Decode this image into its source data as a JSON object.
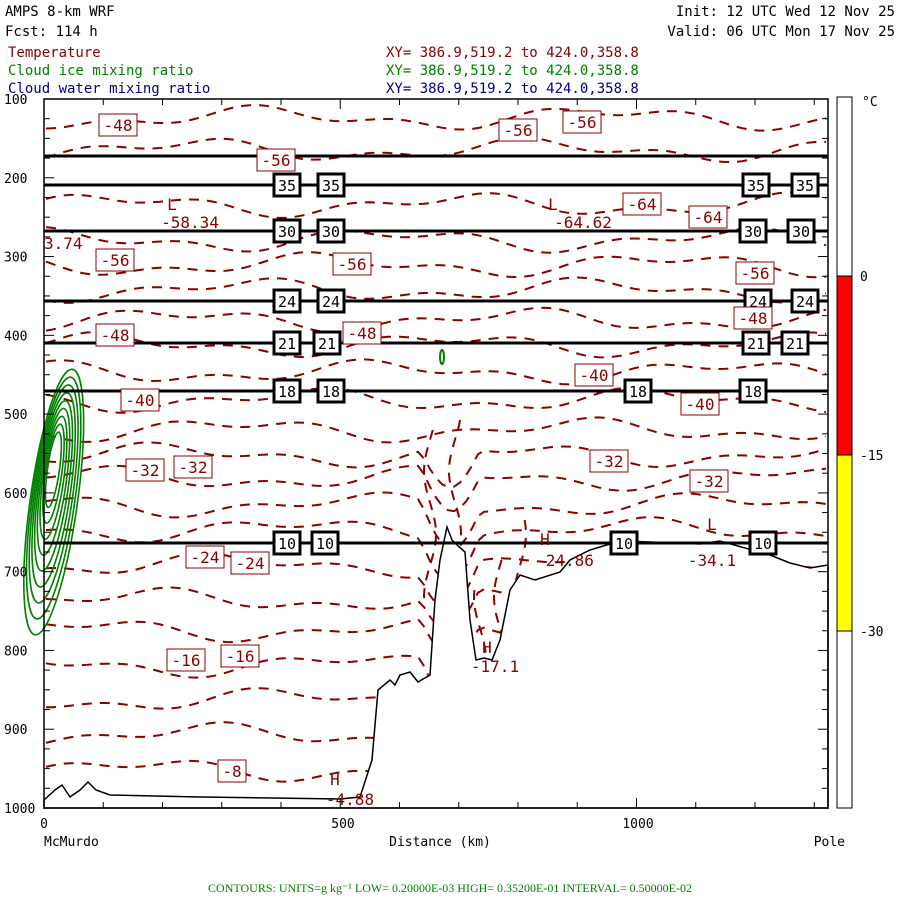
{
  "header": {
    "title": "AMPS 8-km WRF",
    "forecast": "Fcst: 114 h",
    "init": "Init: 12 UTC Wed 12 Nov 25",
    "valid": "Valid: 06 UTC Mon 17 Nov 25"
  },
  "legend": [
    {
      "name": "Temperature",
      "xy": "XY= 386.9,519.2 to 424.0,358.8",
      "color": "#8b0000"
    },
    {
      "name": "Cloud ice mixing ratio",
      "xy": "XY= 386.9,519.2 to 424.0,358.8",
      "color": "#008000"
    },
    {
      "name": "Cloud water mixing ratio",
      "xy": "XY= 386.9,519.2 to 424.0,358.8",
      "color": "#00008b"
    }
  ],
  "footer": "CONTOURS:  UNITS=g kg⁻¹  LOW= 0.20000E-03  HIGH= 0.35200E-01  INTERVAL=  0.50000E-02",
  "chart_data": {
    "type": "cross-section",
    "xlabel": "Distance (km)",
    "x_start_label": "McMurdo",
    "x_end_label": "Pole",
    "xlim": [
      0,
      1318
    ],
    "xticks": [
      "0",
      "500",
      "1000"
    ],
    "ylim": [
      1000,
      100
    ],
    "yticks": [
      "100",
      "200",
      "300",
      "400",
      "500",
      "600",
      "700",
      "800",
      "900",
      "1000"
    ],
    "colorbar": {
      "unit": "°C",
      "ticks": [
        "0",
        "-15",
        "-30"
      ],
      "bands": [
        {
          "from": 0,
          "to": -15,
          "color": "#ff0000"
        },
        {
          "from": -15,
          "to": -30,
          "color": "#ffff00"
        }
      ]
    },
    "temperature_labels": [
      "-48",
      "-56",
      "-56",
      "-56",
      "-64",
      "-64",
      "-56",
      "-56",
      "-56",
      "-48",
      "-48",
      "-48",
      "-40",
      "-40",
      "-40",
      "-32",
      "-32",
      "-32",
      "-32",
      "-24",
      "-24",
      "-16",
      "-16",
      "-8"
    ],
    "extrema": [
      {
        "type": "L",
        "value": "-58.34"
      },
      {
        "type": "L",
        "value": "-64.62"
      },
      {
        "type": "H",
        "value": "-24.86"
      },
      {
        "type": "L",
        "value": "-34.1"
      },
      {
        "type": "H",
        "value": "-17.1"
      },
      {
        "type": "H",
        "value": "-4.88"
      }
    ],
    "partial_label": "3.74",
    "black_line_labels": [
      "35",
      "30",
      "24",
      "21",
      "18",
      "10"
    ]
  }
}
